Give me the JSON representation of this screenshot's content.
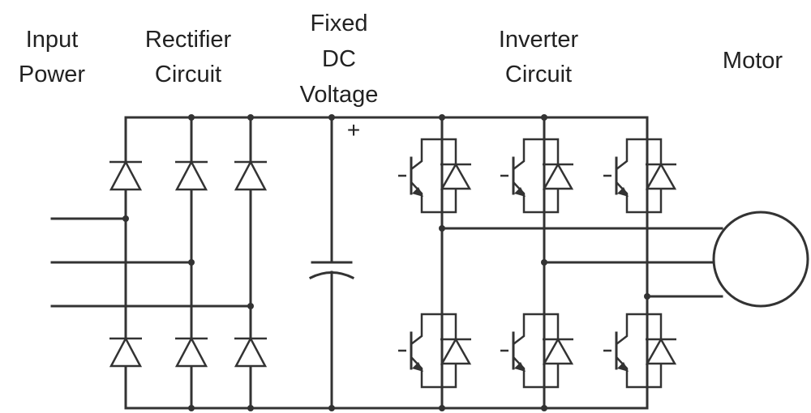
{
  "labels": {
    "input_power": [
      "Input",
      "Power"
    ],
    "rectifier": [
      "Rectifier",
      "Circuit"
    ],
    "dc_voltage": [
      "Fixed",
      "DC",
      "Voltage"
    ],
    "inverter": [
      "Inverter",
      "Circuit"
    ],
    "motor": "Motor",
    "plus_sign": "+"
  },
  "colors": {
    "line": "#333333",
    "text": "#222222",
    "background": "#ffffff"
  }
}
